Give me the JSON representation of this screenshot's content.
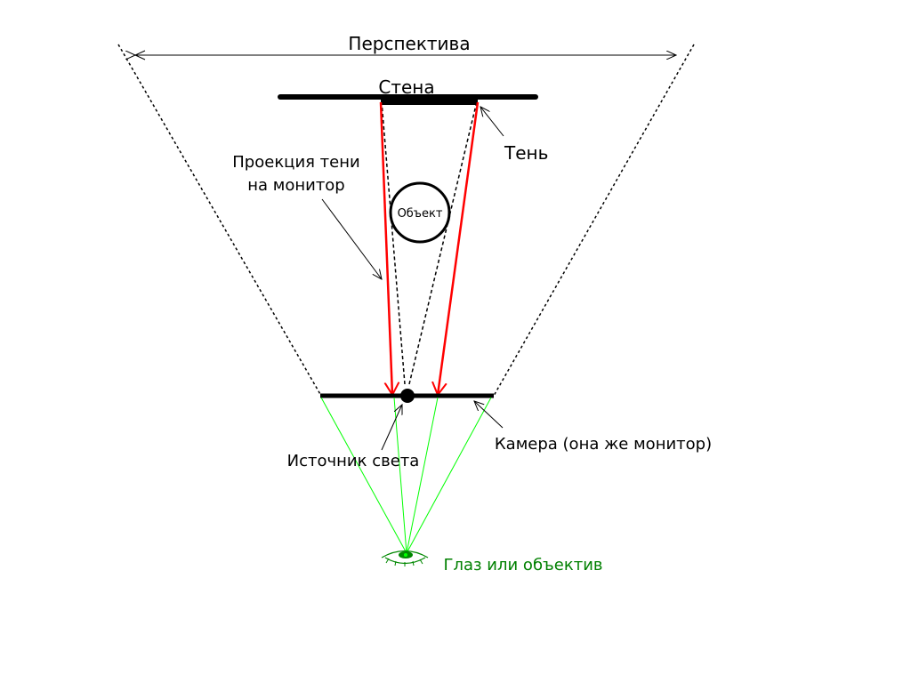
{
  "labels": {
    "perspective": "Перспектива",
    "wall": "Стена",
    "shadow": "Тень",
    "projection_line1": "Проекция тени",
    "projection_line2": "на монитор",
    "object": "Объект",
    "light_source": "Источник света",
    "camera": "Камера (она же монитор)",
    "eye": "Глаз или объектив"
  },
  "colors": {
    "rays": "#ff0000",
    "sight": "#00ff00",
    "eye_label": "#008000"
  }
}
